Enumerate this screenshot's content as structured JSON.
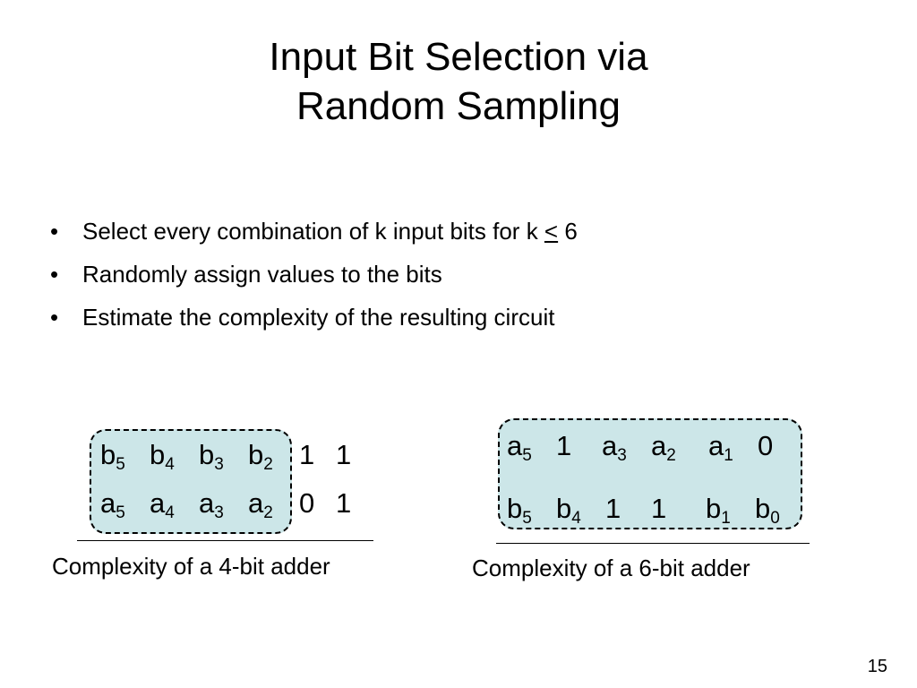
{
  "title": {
    "line1": "Input Bit Selection via",
    "line2": "Random Sampling"
  },
  "bullets": [
    {
      "text": "Select every combination of k input bits for k ",
      "symbol": "<",
      "tail": " 6"
    },
    {
      "text": "Randomly assign values to the bits"
    },
    {
      "text": "Estimate the complexity of the resulting circuit"
    }
  ],
  "bullet_glyph": "•",
  "left_diagram": {
    "row1": [
      {
        "v": "b",
        "s": "5"
      },
      {
        "v": "b",
        "s": "4"
      },
      {
        "v": "b",
        "s": "3"
      },
      {
        "v": "b",
        "s": "2"
      },
      {
        "v": "1",
        "s": ""
      },
      {
        "v": "1",
        "s": ""
      }
    ],
    "row2": [
      {
        "v": "a",
        "s": "5"
      },
      {
        "v": "a",
        "s": "4"
      },
      {
        "v": "a",
        "s": "3"
      },
      {
        "v": "a",
        "s": "2"
      },
      {
        "v": "0",
        "s": ""
      },
      {
        "v": "1",
        "s": ""
      }
    ],
    "caption": "Complexity of a 4-bit adder"
  },
  "right_diagram": {
    "row1": [
      {
        "v": "a",
        "s": "5"
      },
      {
        "v": "1",
        "s": ""
      },
      {
        "v": "a",
        "s": "3"
      },
      {
        "v": "a",
        "s": "2"
      },
      {
        "v": "a",
        "s": "1"
      },
      {
        "v": "0",
        "s": ""
      }
    ],
    "row2": [
      {
        "v": "b",
        "s": "5"
      },
      {
        "v": "b",
        "s": "4"
      },
      {
        "v": "1",
        "s": ""
      },
      {
        "v": "1",
        "s": ""
      },
      {
        "v": "b",
        "s": "1"
      },
      {
        "v": "b",
        "s": "0"
      }
    ],
    "caption": "Complexity of a 6-bit adder"
  },
  "colors": {
    "highlight_fill": "#cce6e8",
    "text": "#000000"
  },
  "page_number": "15"
}
